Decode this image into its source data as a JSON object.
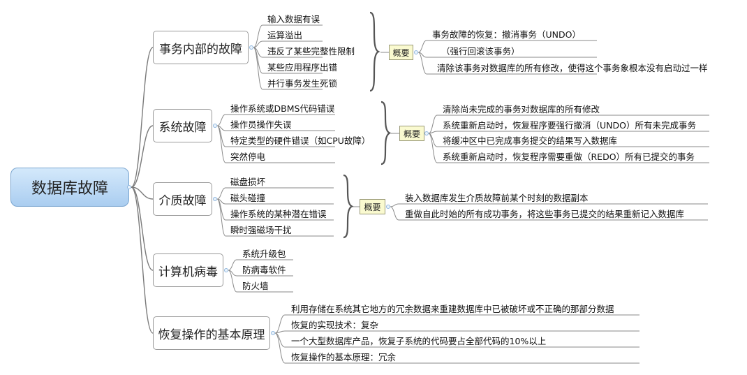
{
  "root": {
    "label": "数据库故障"
  },
  "branches": [
    {
      "label": "事务内部的故障",
      "items": [
        "输入数据有误",
        "运算溢出",
        "违反了某些完整性限制",
        "某些应用程序出错",
        "并行事务发生死锁"
      ],
      "summary": {
        "label": "概要",
        "items": [
          "事务故障的恢复：撤消事务（UNDO）",
          "（强行回滚该事务）",
          "清除该事务对数据库的所有修改，使得这个事务象根本没有启动过一样"
        ]
      }
    },
    {
      "label": "系统故障",
      "items": [
        "操作系统或DBMS代码错误",
        "操作员操作失误",
        "特定类型的硬件错误（如CPU故障）",
        "突然停电"
      ],
      "summary": {
        "label": "概要",
        "items": [
          "清除尚未完成的事务对数据库的所有修改",
          "系统重新启动时，恢复程序要强行撤消（UNDO）所有未完成事务",
          "将缓冲区中已完成事务提交的结果写入数据库",
          "系统重新启动时，恢复程序需要重做（REDO）所有已提交的事务"
        ]
      }
    },
    {
      "label": "介质故障",
      "items": [
        "磁盘损坏",
        "磁头碰撞",
        "操作系统的某种潜在错误",
        "瞬时强磁场干扰"
      ],
      "summary": {
        "label": "概要",
        "items": [
          "装入数据库发生介质故障前某个时刻的数据副本",
          "重做自此时始的所有成功事务，将这些事务已提交的结果重新记入数据库"
        ]
      }
    },
    {
      "label": "计算机病毒",
      "items": [
        "系统升级包",
        "防病毒软件",
        "防火墙"
      ]
    },
    {
      "label": "恢复操作的基本原理",
      "items": [
        "利用存储在系统其它地方的冗余数据来重建数据库中已被破坏或不正确的那部分数据",
        "恢复的实现技术：复杂",
        "一个大型数据库产品，恢复子系统的代码要占全部代码的10%以上",
        "恢复操作的基本原理：冗余"
      ]
    }
  ]
}
